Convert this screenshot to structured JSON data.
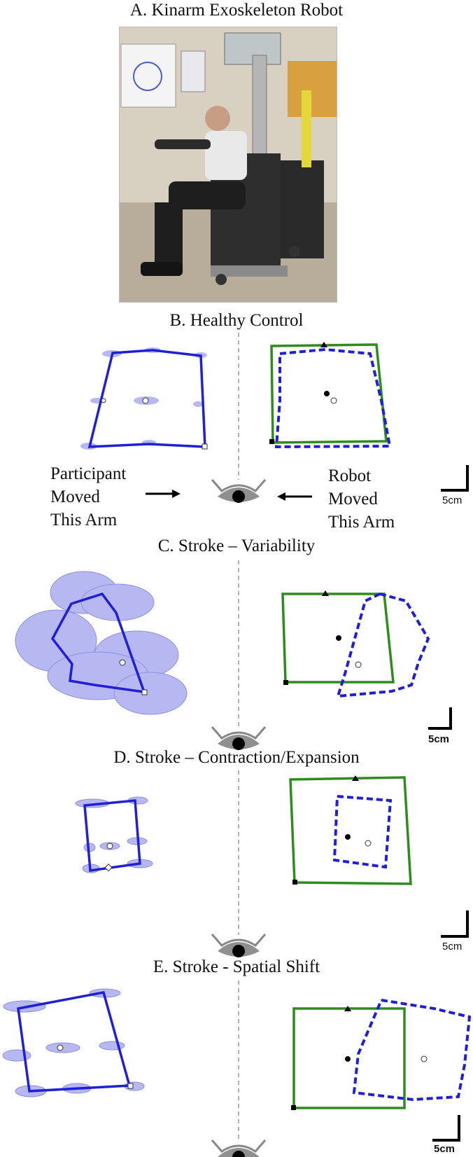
{
  "panels": {
    "a": {
      "title": "A. Kinarm Exoskeleton Robot"
    },
    "b": {
      "title": "B. Healthy Control"
    },
    "c": {
      "title": "C. Stroke – Variability"
    },
    "d": {
      "title": "D. Stroke – Contraction/Expansion"
    },
    "e": {
      "title": "E. Stroke - Spatial Shift"
    }
  },
  "labels": {
    "participant": [
      "Participant",
      "Moved",
      "This Arm"
    ],
    "robot": [
      "Robot",
      "Moved",
      "This Arm"
    ]
  },
  "scale_bar": "5cm",
  "colors": {
    "participant_arm": "#1f1fd6",
    "robot_square": "#2e8b1e",
    "mirrored_arm": "#1f1fd6",
    "variability_ellipse": "#b7b8f2",
    "midline": "#999999"
  },
  "icons": [
    "eye-icon",
    "arrow-right-icon",
    "arrow-left-icon",
    "scale-bar-icon"
  ]
}
